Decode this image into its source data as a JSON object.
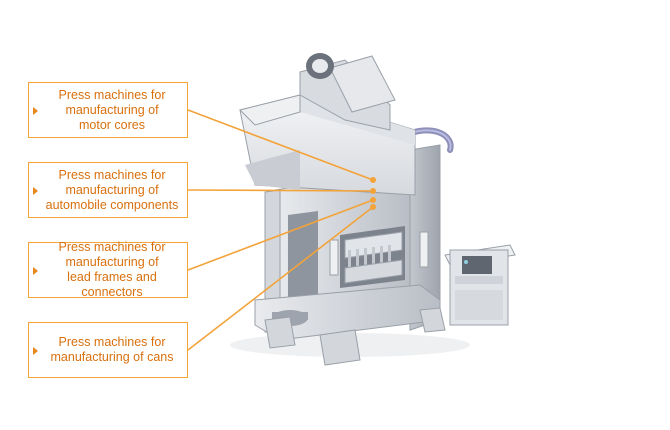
{
  "callouts": [
    {
      "label": "Press machines for\nmanufacturing of\nmotor cores"
    },
    {
      "label": "Press machines for\nmanufacturing of\nautomobile components"
    },
    {
      "label": "Press machines for\nmanufacturing of\nlead frames and connectors"
    },
    {
      "label": "Press machines for\nmanufacturing of cans"
    }
  ],
  "colors": {
    "accent": "#f3a33a",
    "text": "#d9700e",
    "machine": "#c9cdd3"
  },
  "icons": [
    "right-triangle-icon",
    "press-machine-illustration",
    "control-panel-illustration"
  ]
}
